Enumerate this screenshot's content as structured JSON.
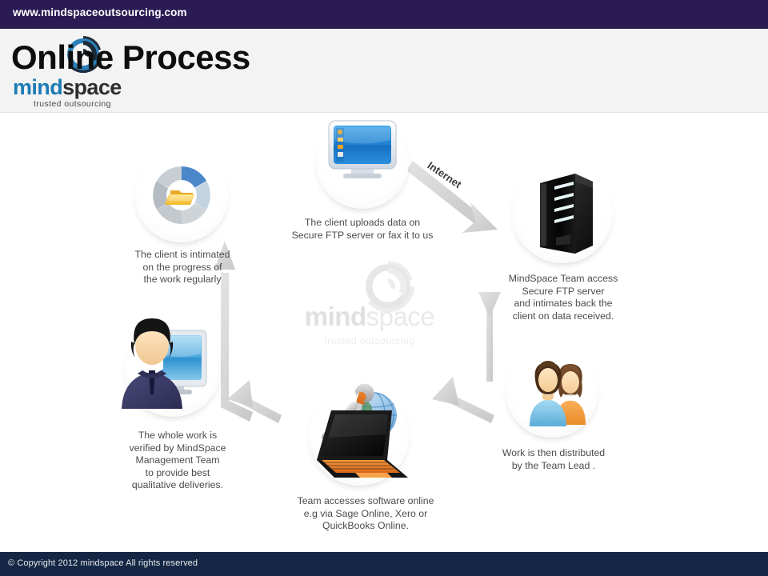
{
  "browser": {
    "url": "www.mindspaceoutsourcing.com"
  },
  "header": {
    "title": "Online Process",
    "logo": {
      "word_a": "mind",
      "word_b": "space",
      "tagline": "trusted outsourcing"
    }
  },
  "watermark": {
    "word_a": "mind",
    "word_b": "space",
    "tagline": "trusted outsourcing"
  },
  "diagram": {
    "connector_label": "Internet",
    "nodes": [
      {
        "id": "client-upload",
        "icon": "monitor-icon",
        "caption": "The client uploads data on\nSecure FTP server or fax it to us"
      },
      {
        "id": "ftp-server",
        "icon": "server-rack-icon",
        "caption": "MindSpace Team access\nSecure FTP server\nand intimates back the\nclient on data received."
      },
      {
        "id": "team-lead",
        "icon": "two-users-icon",
        "caption": "Work is then distributed\nby the Team Lead ."
      },
      {
        "id": "software-online",
        "icon": "laptop-tools-globe-icon",
        "caption": "Team accesses software online\ne.g via Sage Online, Xero or\nQuickBooks Online."
      },
      {
        "id": "management-review",
        "icon": "businessman-monitor-icon",
        "caption": "The whole work is\nverified by MindSpace\nManagement Team\nto provide best\nqualitative deliveries."
      },
      {
        "id": "client-update",
        "icon": "pie-folder-icon",
        "caption": "The client is intimated\non the progress of\nthe work  regularly"
      }
    ]
  },
  "footer": {
    "copyright": "© Copyright 2012 mindspace All rights reserved"
  },
  "colors": {
    "urlbar": "#2b1b54",
    "footer": "#142744",
    "header_band": "#f3f3f4",
    "brand_blue": "#1c7bb5",
    "arrow_gray": "#cfcfcf",
    "caption_text": "#4c4c4c"
  }
}
